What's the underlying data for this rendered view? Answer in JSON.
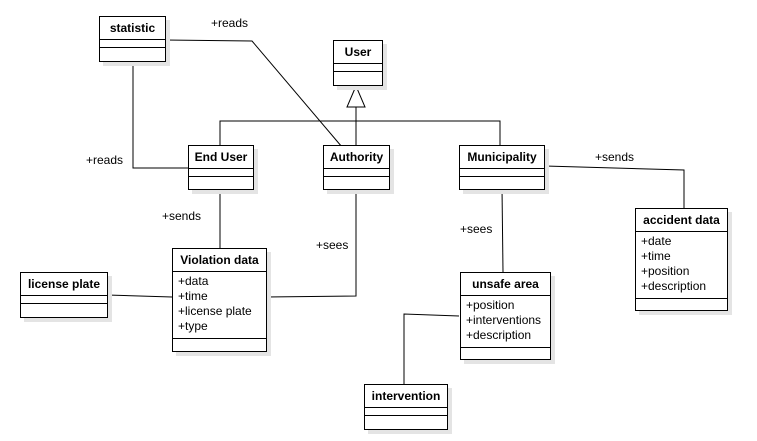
{
  "classes": {
    "statistic": {
      "name": "statistic",
      "attributes": []
    },
    "user": {
      "name": "User",
      "attributes": []
    },
    "end_user": {
      "name": "End User",
      "attributes": []
    },
    "authority": {
      "name": "Authority",
      "attributes": []
    },
    "municipality": {
      "name": "Municipality",
      "attributes": []
    },
    "accident_data": {
      "name": "accident data",
      "attributes": [
        "+date",
        "+time",
        "+position",
        "+description"
      ]
    },
    "license_plate": {
      "name": "license plate",
      "attributes": []
    },
    "violation_data": {
      "name": "Violation data",
      "attributes": [
        "+data",
        "+time",
        "+license plate",
        "+type"
      ]
    },
    "unsafe_area": {
      "name": "unsafe area",
      "attributes": [
        "+position",
        "+interventions",
        "+description"
      ]
    },
    "intervention": {
      "name": "intervention",
      "attributes": []
    }
  },
  "labels": {
    "reads_top": "+reads",
    "reads_left": "+reads",
    "sends_municipality": "+sends",
    "sends_enduser": "+sends",
    "sees_authority": "+sees",
    "sees_municipality": "+sees"
  }
}
